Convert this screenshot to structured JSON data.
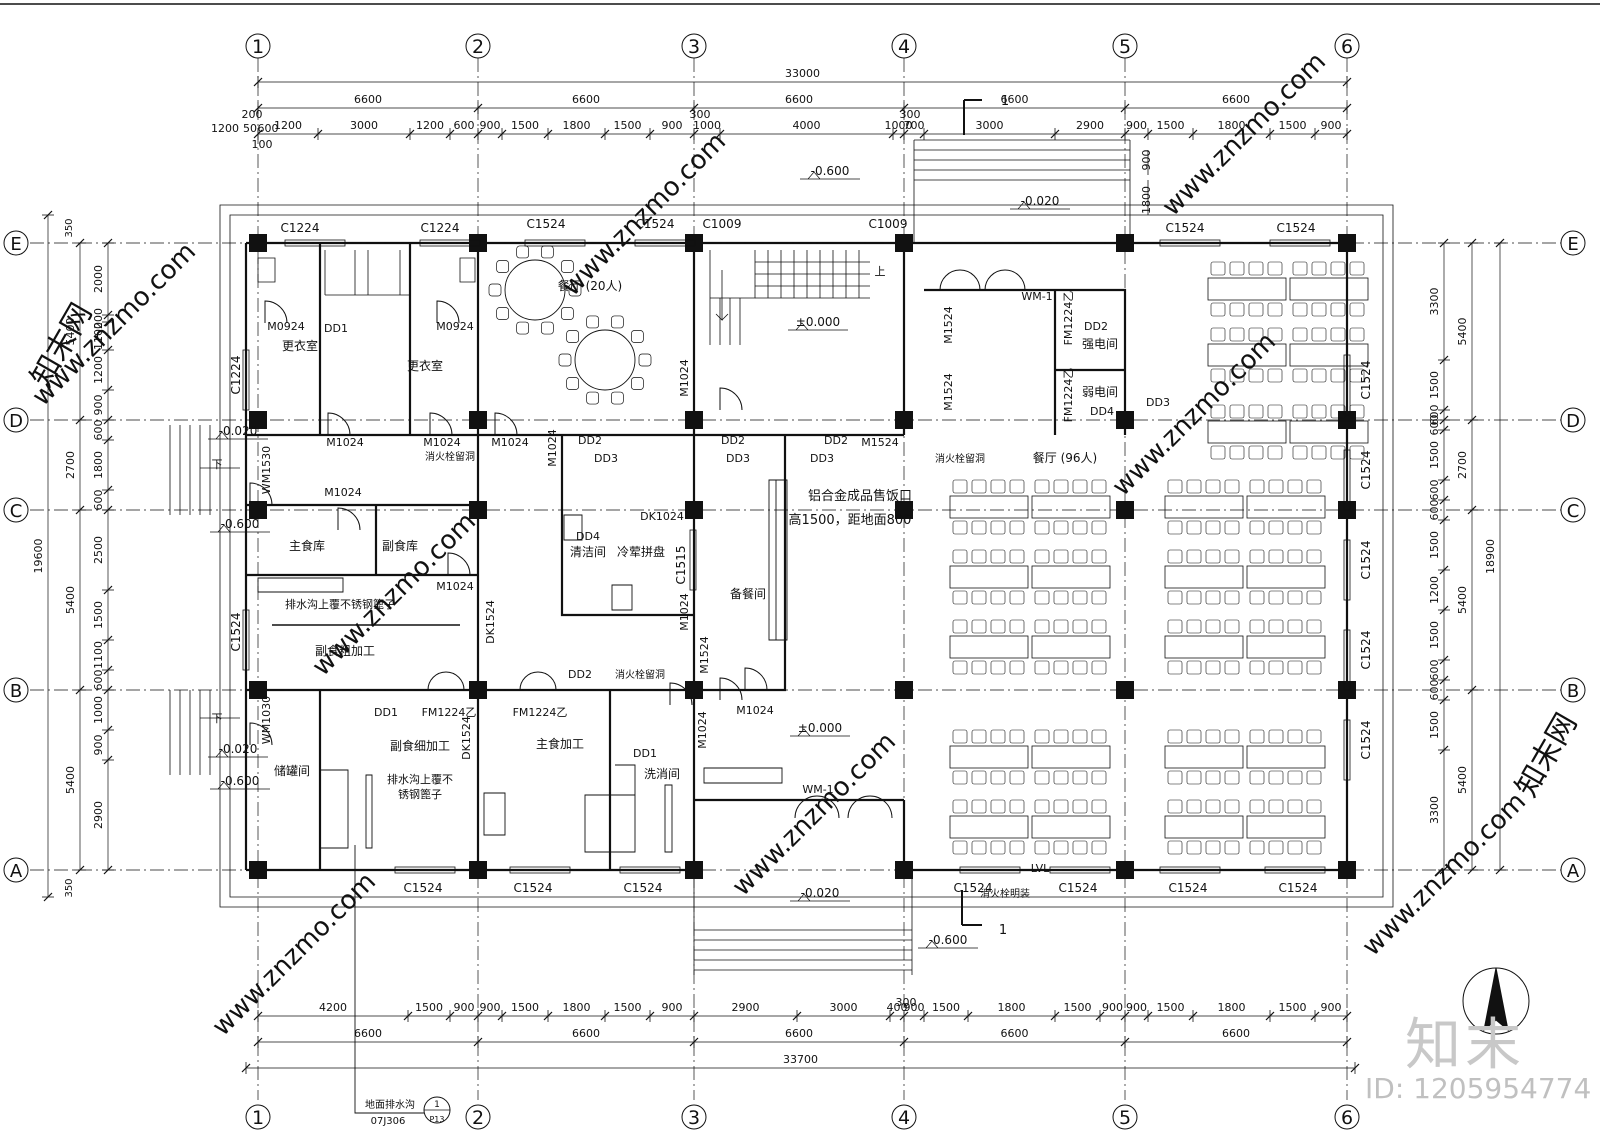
{
  "grid": {
    "cols": [
      "1",
      "2",
      "3",
      "4",
      "5",
      "6"
    ],
    "rows": [
      "E",
      "D",
      "C",
      "B",
      "A"
    ]
  },
  "dims": {
    "top_total": "33000",
    "top_bays": [
      "6600",
      "6600",
      "6600",
      "6600",
      "6600"
    ],
    "top_detail": [
      "1200",
      "3000",
      "1200",
      "600",
      "900",
      "1500",
      "1800",
      "1500",
      "900",
      "1000",
      "4000",
      "1000",
      "700",
      "3000",
      "2900",
      "900",
      "1500",
      "1800",
      "1500",
      "900"
    ],
    "top_small": [
      "200",
      "50",
      "600",
      "100",
      "300",
      "300",
      "1200"
    ],
    "bottom_total": "33700",
    "bottom_bays": [
      "6600",
      "6600",
      "6600",
      "6600",
      "6600"
    ],
    "bottom_detail": [
      "4200",
      "1500",
      "900",
      "900",
      "1500",
      "1800",
      "1500",
      "900",
      "2900",
      "3000",
      "400",
      "900",
      "1500",
      "1800",
      "1500",
      "900",
      "900",
      "1500",
      "1800",
      "1500",
      "900"
    ],
    "bottom_small": "300",
    "left_total": "19600",
    "left_bays": [
      "5400",
      "2700",
      "5400",
      "5400"
    ],
    "left_detail": [
      "2000",
      "200",
      "1100",
      "1200",
      "900",
      "600",
      "1800",
      "600",
      "2500",
      "1500",
      "1100",
      "600",
      "1000",
      "900",
      "2900"
    ],
    "left_edge": [
      "350",
      "350"
    ],
    "right_total": "18900",
    "right_bays": [
      "5400",
      "2700",
      "5400",
      "5400"
    ],
    "right_detail": [
      "3300",
      "1500",
      "600",
      "600",
      "1500",
      "600",
      "600",
      "1500",
      "1200",
      "1500",
      "600",
      "600",
      "1500",
      "3300"
    ],
    "stair_dims": [
      "900",
      "1800"
    ]
  },
  "rooms": {
    "dressing1": "更衣室",
    "dressing2": "更衣室",
    "dining20": "餐厅 (20人)",
    "dining96": "餐厅 (96人)",
    "main_store": "主食库",
    "side_store": "副食库",
    "rough": "副食粗加工",
    "fine": "副食细加工",
    "staple": "主食加工",
    "cleaning": "清洁间",
    "cold": "冷荤拼盘",
    "prep": "备餐间",
    "washing": "洗消间",
    "storage": "储罐间",
    "strong_elec": "强电间",
    "weak_elec": "弱电间"
  },
  "notes": {
    "drain1": "排水沟上覆不锈钢篦子",
    "drain2a": "排水沟上覆不",
    "drain2b": "锈钢篦子",
    "window_a": "铝合金成品售饭口",
    "window_b": "高1500，距地面800",
    "hydrant": "消火栓留洞",
    "hydrant_exposed": "消火栓明装",
    "down": "下",
    "up": "上",
    "floor_drain": "地面排水沟",
    "atlas": "07J306",
    "atlas_page": "P13",
    "atlas_no": "1",
    "section": "1"
  },
  "levels": {
    "l0": "±0.000",
    "l0b": "±0.000",
    "m020": "-0.020",
    "m020b": "-0.020",
    "m020c": "-0.020",
    "m020d": "-0.020",
    "m600": "-0.600",
    "m600b": "-0.600",
    "m600c": "-0.600",
    "m600top": "-0.600"
  },
  "windows": {
    "c1224": "C1224",
    "c1524": "C1524",
    "c1009": "C1009",
    "c1515": "C1515"
  },
  "doors": {
    "m0924": "M0924",
    "m1024": "M1024",
    "m1524": "M1524",
    "fm1224": "FM1224乙",
    "wm1530": "WM1530",
    "wm1030": "WM1030",
    "wm1": "WM-1",
    "dk1024": "DK1024",
    "dk1524": "DK1524",
    "dd1": "DD1",
    "dd2": "DD2",
    "dd3": "DD3",
    "dd4": "DD4",
    "lvl": "LVL"
  },
  "watermark": {
    "site": "www.znzmo.com",
    "brand": "知末",
    "brand_side": "知末网",
    "id": "ID: 1205954774"
  },
  "colors": {
    "line": "#111111",
    "watermark": "#d8d8d8"
  }
}
